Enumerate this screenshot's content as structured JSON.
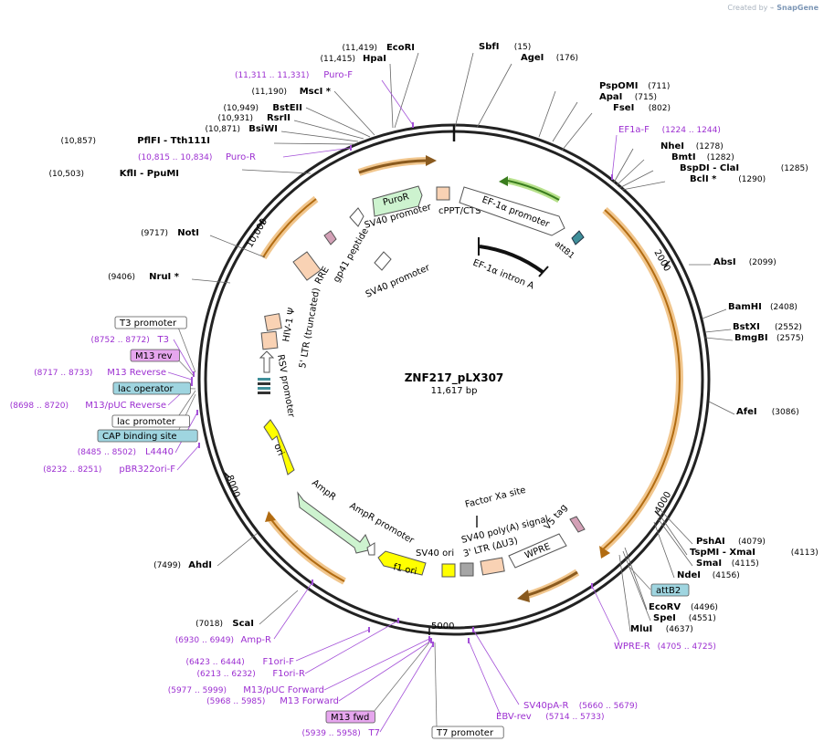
{
  "watermark": {
    "prefix": "Created by",
    "brand": "SnapGene"
  },
  "map": {
    "name": "ZNF217_pLX307",
    "size": "11,617 bp"
  },
  "ticks": [
    "2000",
    "4000",
    "5000",
    "8000",
    "10,000"
  ],
  "sites": [
    {
      "pos": "(11,419)",
      "name": "EcoRI",
      "star": false
    },
    {
      "pos": "(11,415)",
      "name": "HpaI",
      "star": false
    },
    {
      "pos": "(15)",
      "name": "SbfI",
      "star": false
    },
    {
      "pos": "(176)",
      "name": "AgeI",
      "star": false
    },
    {
      "pos": "(711)",
      "name": "PspOMI",
      "star": false
    },
    {
      "pos": "(715)",
      "name": "ApaI",
      "star": false
    },
    {
      "pos": "(802)",
      "name": "FseI",
      "star": false
    },
    {
      "pos": "(11,190)",
      "name": "MscI",
      "star": true
    },
    {
      "pos": "(10,949)",
      "name": "BstEII",
      "star": false
    },
    {
      "pos": "(10,931)",
      "name": "RsrII",
      "star": false
    },
    {
      "pos": "(10,871)",
      "name": "BsiWI",
      "star": false
    },
    {
      "pos": "(10,857)",
      "name": "PflFI",
      "name2": "Tth111I",
      "star": false
    },
    {
      "pos": "(10,503)",
      "name": "KflI",
      "name2": "PpuMI",
      "star": false
    },
    {
      "pos": "(1278)",
      "name": "NheI",
      "star": false
    },
    {
      "pos": "(1282)",
      "name": "BmtI",
      "star": false
    },
    {
      "pos": "(1285)",
      "name": "BspDI",
      "name2": "ClaI",
      "star": false
    },
    {
      "pos": "(1290)",
      "name": "BclI",
      "star": true
    },
    {
      "pos": "(9717)",
      "name": "NotI",
      "star": false
    },
    {
      "pos": "(9406)",
      "name": "NruI",
      "star": true
    },
    {
      "pos": "(2099)",
      "name": "AbsI",
      "star": false
    },
    {
      "pos": "(2408)",
      "name": "BamHI",
      "star": false
    },
    {
      "pos": "(2552)",
      "name": "BstXI",
      "star": false
    },
    {
      "pos": "(2575)",
      "name": "BmgBI",
      "star": false
    },
    {
      "pos": "(3086)",
      "name": "AfeI",
      "star": false
    },
    {
      "pos": "(4079)",
      "name": "PshAI",
      "star": false
    },
    {
      "pos": "(4113)",
      "name": "TspMI",
      "name2": "XmaI",
      "star": false
    },
    {
      "pos": "(4115)",
      "name": "SmaI",
      "star": false
    },
    {
      "pos": "(4156)",
      "name": "NdeI",
      "star": false
    },
    {
      "pos": "(4496)",
      "name": "EcoRV",
      "star": false
    },
    {
      "pos": "(4551)",
      "name": "SpeI",
      "star": false
    },
    {
      "pos": "(4637)",
      "name": "MluI",
      "star": false
    },
    {
      "pos": "(7499)",
      "name": "AhdI",
      "star": false
    },
    {
      "pos": "(7018)",
      "name": "ScaI",
      "star": false
    }
  ],
  "primers": [
    {
      "range": "(11,311 .. 11,331)",
      "name": "Puro-F"
    },
    {
      "range": "(10,815 .. 10,834)",
      "name": "Puro-R"
    },
    {
      "range": "(1224 .. 1244)",
      "name": "EF1a-F"
    },
    {
      "range": "(8752 .. 8772)",
      "name": "T3"
    },
    {
      "range": "(8717 .. 8733)",
      "name": "M13 Reverse"
    },
    {
      "range": "(8698 .. 8720)",
      "name": "M13/pUC Reverse"
    },
    {
      "range": "(8485 .. 8502)",
      "name": "L4440"
    },
    {
      "range": "(8232 .. 8251)",
      "name": "pBR322ori-F"
    },
    {
      "range": "(6930 .. 6949)",
      "name": "Amp-R"
    },
    {
      "range": "(6423 .. 6444)",
      "name": "F1ori-F"
    },
    {
      "range": "(6213 .. 6232)",
      "name": "F1ori-R"
    },
    {
      "range": "(5977 .. 5999)",
      "name": "M13/pUC Forward"
    },
    {
      "range": "(5968 .. 5985)",
      "name": "M13 Forward"
    },
    {
      "range": "(5939 .. 5958)",
      "name": "T7"
    },
    {
      "range": "(4705 .. 4725)",
      "name": "WPRE-R"
    },
    {
      "range": "(5714 .. 5733)",
      "name": "EBV-rev"
    },
    {
      "range": "(5660 .. 5679)",
      "name": "SV40pA-R"
    }
  ],
  "boxed": [
    {
      "name": "T3 promoter",
      "style": "white"
    },
    {
      "name": "M13 rev",
      "style": "primer"
    },
    {
      "name": "lac operator",
      "style": "cyan"
    },
    {
      "name": "lac promoter",
      "style": "white"
    },
    {
      "name": "CAP binding site",
      "style": "cyan"
    },
    {
      "name": "attB2",
      "style": "cyan"
    },
    {
      "name": "M13 fwd",
      "style": "primer"
    },
    {
      "name": "T7 promoter",
      "style": "white"
    }
  ],
  "features": [
    "PuroR",
    "cPPT/CTS",
    "EF-1α promoter",
    "SV40 promoter",
    "attB1",
    "EF-1α intron A",
    "RRE",
    "gp41 peptide",
    "SV40 promoter",
    "HIV-1 Ψ",
    "5' LTR (truncated)",
    "RSV promoter",
    "ori",
    "AmpR",
    "AmpR promoter",
    "f1 ori",
    "SV40 ori",
    "Factor Xa site",
    "SV40 poly(A) signal",
    "3' LTR (ΔU3)",
    "V5 tag",
    "WPRE"
  ],
  "colors": {
    "backbone": "#222222",
    "site": "#000000",
    "primer_text": "#9c2fd1",
    "primer_line": "#a451d8",
    "orf": "#e8a33b",
    "puroR": "#cdf3cf",
    "ampR": "#cdf3cf",
    "ori": "#ffff00",
    "promoter": "#ffffff",
    "cppt": "#f9d2b4",
    "ltr": "#f7d7c0",
    "attb": "#3f8f9a",
    "cyan_box": "#9fd5e0",
    "primer_box": "#e6a6ee",
    "gray_box": "#a5a5a5"
  }
}
